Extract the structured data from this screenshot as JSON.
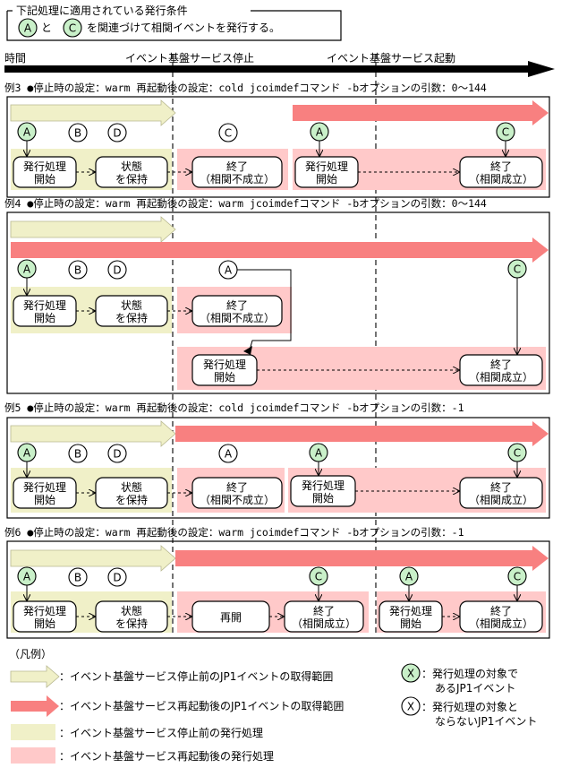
{
  "condition": {
    "title": "下記処理に適用されている発行条件",
    "a": "A",
    "and": "と",
    "c": "C",
    "text": "を関連づけて相関イベントを発行する。"
  },
  "timeline": {
    "time_label": "時間",
    "stop_label": "イベント基盤サービス停止",
    "start_label": "イベント基盤サービス起動"
  },
  "examples": [
    {
      "header": "例3 ●停止時の設定：warm 再起動後の設定：cold jcoimdefコマンド -bオプションの引数：0～144"
    },
    {
      "header": "例4 ●停止時の設定：warm 再起動後の設定：warm jcoimdefコマンド -bオプションの引数：0～144"
    },
    {
      "header": "例5 ●停止時の設定：warm 再起動後の設定：cold jcoimdefコマンド -bオプションの引数：-1"
    },
    {
      "header": "例6 ●停止時の設定：warm 再起動後の設定：warm jcoimdefコマンド -bオプションの引数：-1"
    }
  ],
  "events": {
    "a": "A",
    "b": "B",
    "c": "C",
    "d": "D"
  },
  "boxes": {
    "start1": "発行処理",
    "start2": "開始",
    "hold1": "状態",
    "hold2": "を保持",
    "end": "終了",
    "fail": "（相関不成立）",
    "success": "（相関成立）",
    "resume": "再開"
  },
  "legend": {
    "title": "（凡例）",
    "yellow_arrow": "：イベント基盤サービス停止前のJP1イベントの取得範囲",
    "pink_arrow": "：イベント基盤サービス再起動後のJP1イベントの取得範囲",
    "yellow_area": "：イベント基盤サービス停止前の発行処理",
    "pink_area": "：イベント基盤サービス再起動後の発行処理",
    "x_symbol": "X",
    "target1": "：発行処理の対象で",
    "target2": "あるJP1イベント",
    "nontarget1": "：発行処理の対象と",
    "nontarget2": "ならないJP1イベント"
  },
  "colors": {
    "yellow": "#f0f0c8",
    "pink": "#ffc9c9",
    "pink_arrow": "#f88080",
    "green": "#c9f0c9"
  }
}
